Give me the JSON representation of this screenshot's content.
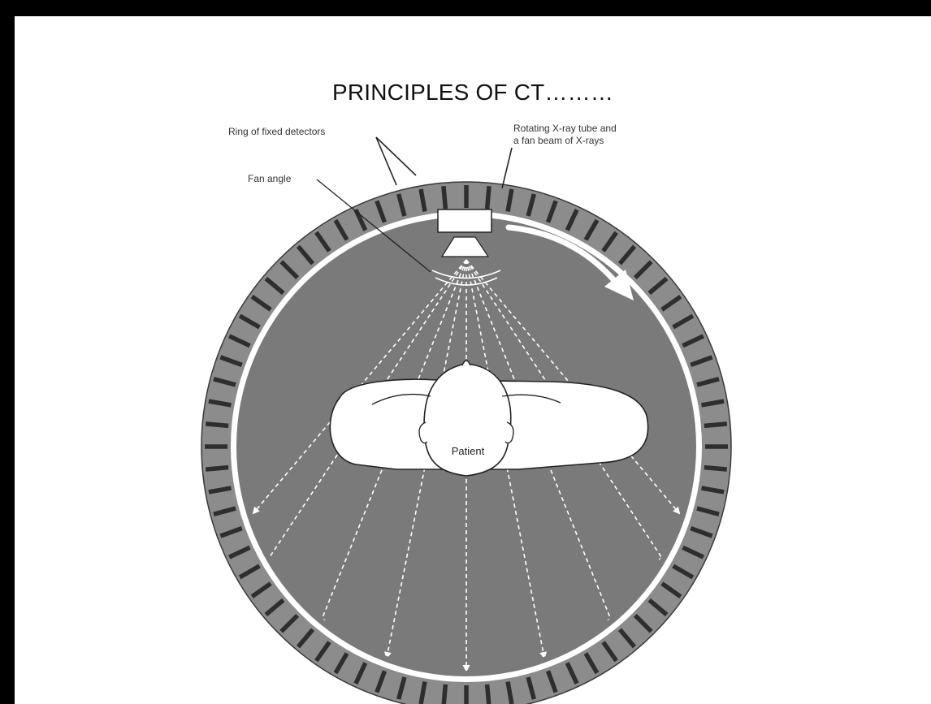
{
  "slide": {
    "title": "PRINCIPLES OF CT………"
  },
  "diagram": {
    "labels": {
      "ring_detectors": "Ring of fixed detectors",
      "xray_tube_line1": "Rotating X-ray tube and",
      "xray_tube_line2": "a fan beam of X-rays",
      "fan_angle": "Fan angle",
      "patient": "Patient"
    },
    "colors": {
      "ring": "#8c8c8c",
      "interior": "#7a7a7a",
      "detector_mark": "#2e2e2e",
      "beam": "#ffffff",
      "outline": "#222222"
    }
  }
}
